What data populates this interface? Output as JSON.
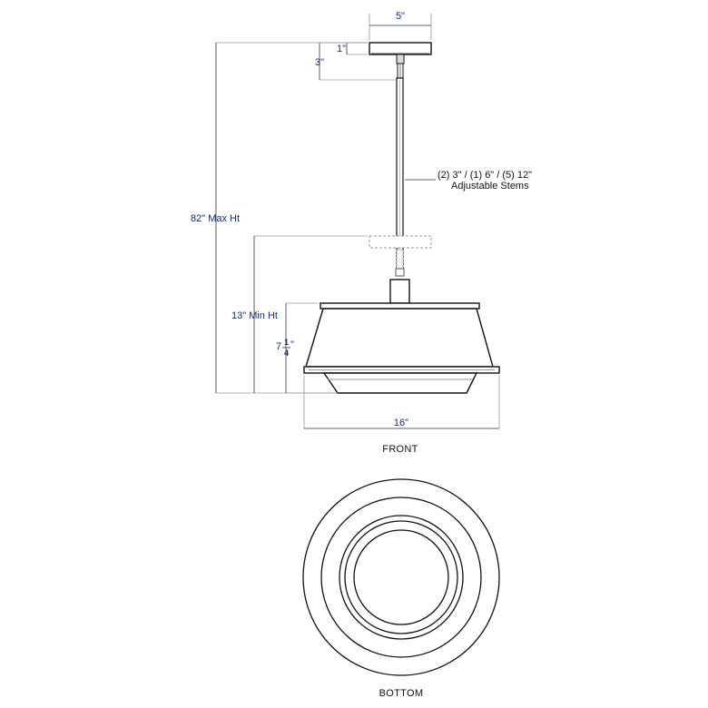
{
  "dimensions": {
    "canopy_width": "5\"",
    "canopy_height": "1\"",
    "canopy_gap": "3\"",
    "max_height": "82\" Max Ht",
    "min_height": "13\" Min Ht",
    "shade_height_whole": "7",
    "shade_height_num": "1",
    "shade_height_den": "4",
    "shade_height_unit": "\"",
    "width": "16\""
  },
  "callouts": {
    "stems_line1": "(2) 3\" / (1) 6\" / (5) 12\"",
    "stems_line2": "Adjustable Stems"
  },
  "views": {
    "front": "FRONT",
    "bottom": "BOTTOM"
  },
  "colors": {
    "dimension_text": "#1a2a6c",
    "line": "#111111",
    "guide": "#9a9a9a"
  }
}
